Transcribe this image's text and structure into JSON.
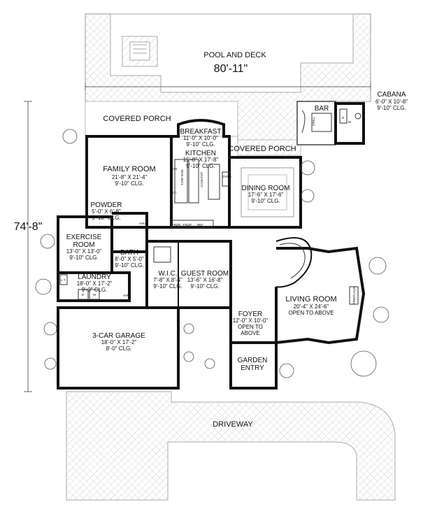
{
  "dimensions": {
    "width_label": "80'-11\"",
    "depth_label": "74'-8\""
  },
  "rooms": {
    "pool_deck": {
      "name": "POOL AND DECK"
    },
    "cabana": {
      "name": "CABANA",
      "size": "6'-0\" X 10'-8\"",
      "clg": "9'-10\" CLG."
    },
    "bar": {
      "name": "BAR"
    },
    "covered_porch_rear": {
      "name": "COVERED PORCH"
    },
    "covered_porch_side": {
      "name": "COVERED PORCH"
    },
    "breakfast": {
      "name": "BREAKFAST",
      "size": "11'-0\" X 10'-0\"",
      "clg": "9'-10\" CLG."
    },
    "kitchen": {
      "name": "KITCHEN",
      "size": "15'-8\" X 17'-8\"",
      "clg": "9'-10\" CLG."
    },
    "family_room": {
      "name": "FAMILY ROOM",
      "size": "21'-8\" X 21'-4\"",
      "clg": "9'-10\" CLG."
    },
    "dining_room": {
      "name": "DINING ROOM",
      "size": "17'-6\" X 17'-6\"",
      "clg": "9'-10\" CLG."
    },
    "powder": {
      "name": "POWDER",
      "size": "5'-0\" X 6'-8\"",
      "clg": "9'-10\" CLG."
    },
    "exercise_room": {
      "name": "EXERCISE",
      "name2": "ROOM",
      "size": "13'-0\" X 13'-0\"",
      "clg": "9'-10\" CLG."
    },
    "bath": {
      "name": "BATH",
      "size": "8'-0\" X 5'-0\"",
      "clg": "9'-10\" CLG."
    },
    "laundry": {
      "name": "LAUNDRY",
      "size": "18'-0\" X 17'-2\"",
      "clg": "9'-0\" CLG."
    },
    "wic": {
      "name": "W.I.C.",
      "size": "7'-8\" X 8'-4\"",
      "clg": "9'-10\" CLG."
    },
    "guest_room": {
      "name": "GUEST ROOM",
      "size": "13'-6\" X 16'-8\"",
      "clg": "9'-10\" CLG."
    },
    "living_room": {
      "name": "LIVING ROOM",
      "size": "20'-4\" X 24'-6\"",
      "clg": "OPEN TO ABOVE"
    },
    "foyer": {
      "name": "FOYER",
      "size": "12'-0\" X 10'-0\"",
      "clg": "OPEN TO",
      "clg2": "ABOVE"
    },
    "garden_entry": {
      "name": "GARDEN",
      "name2": "ENTRY"
    },
    "garage": {
      "name": "3-CAR GARAGE",
      "size": "18'-0\" X 17'-2\"",
      "clg": "8'-0\" CLG."
    },
    "driveway": {
      "name": "DRIVEWAY"
    }
  },
  "fixtures": {
    "dw": "DW",
    "tdw_sink": "T.DW SINK",
    "tc": "T.C.",
    "cooktop": "COOKTOP",
    "oven": "OVEN",
    "frzr1": "FRZR",
    "frzr2": "FRZR",
    "ref": "REF",
    "ahu1": "AHU",
    "ahu2": "AHU",
    "lt": "L.T.",
    "dryer": "D",
    "washer": "W",
    "fireplace": "FIREPLACE",
    "grill": "GRILL",
    "cabana_d": "D",
    "cabana_w": "W"
  }
}
